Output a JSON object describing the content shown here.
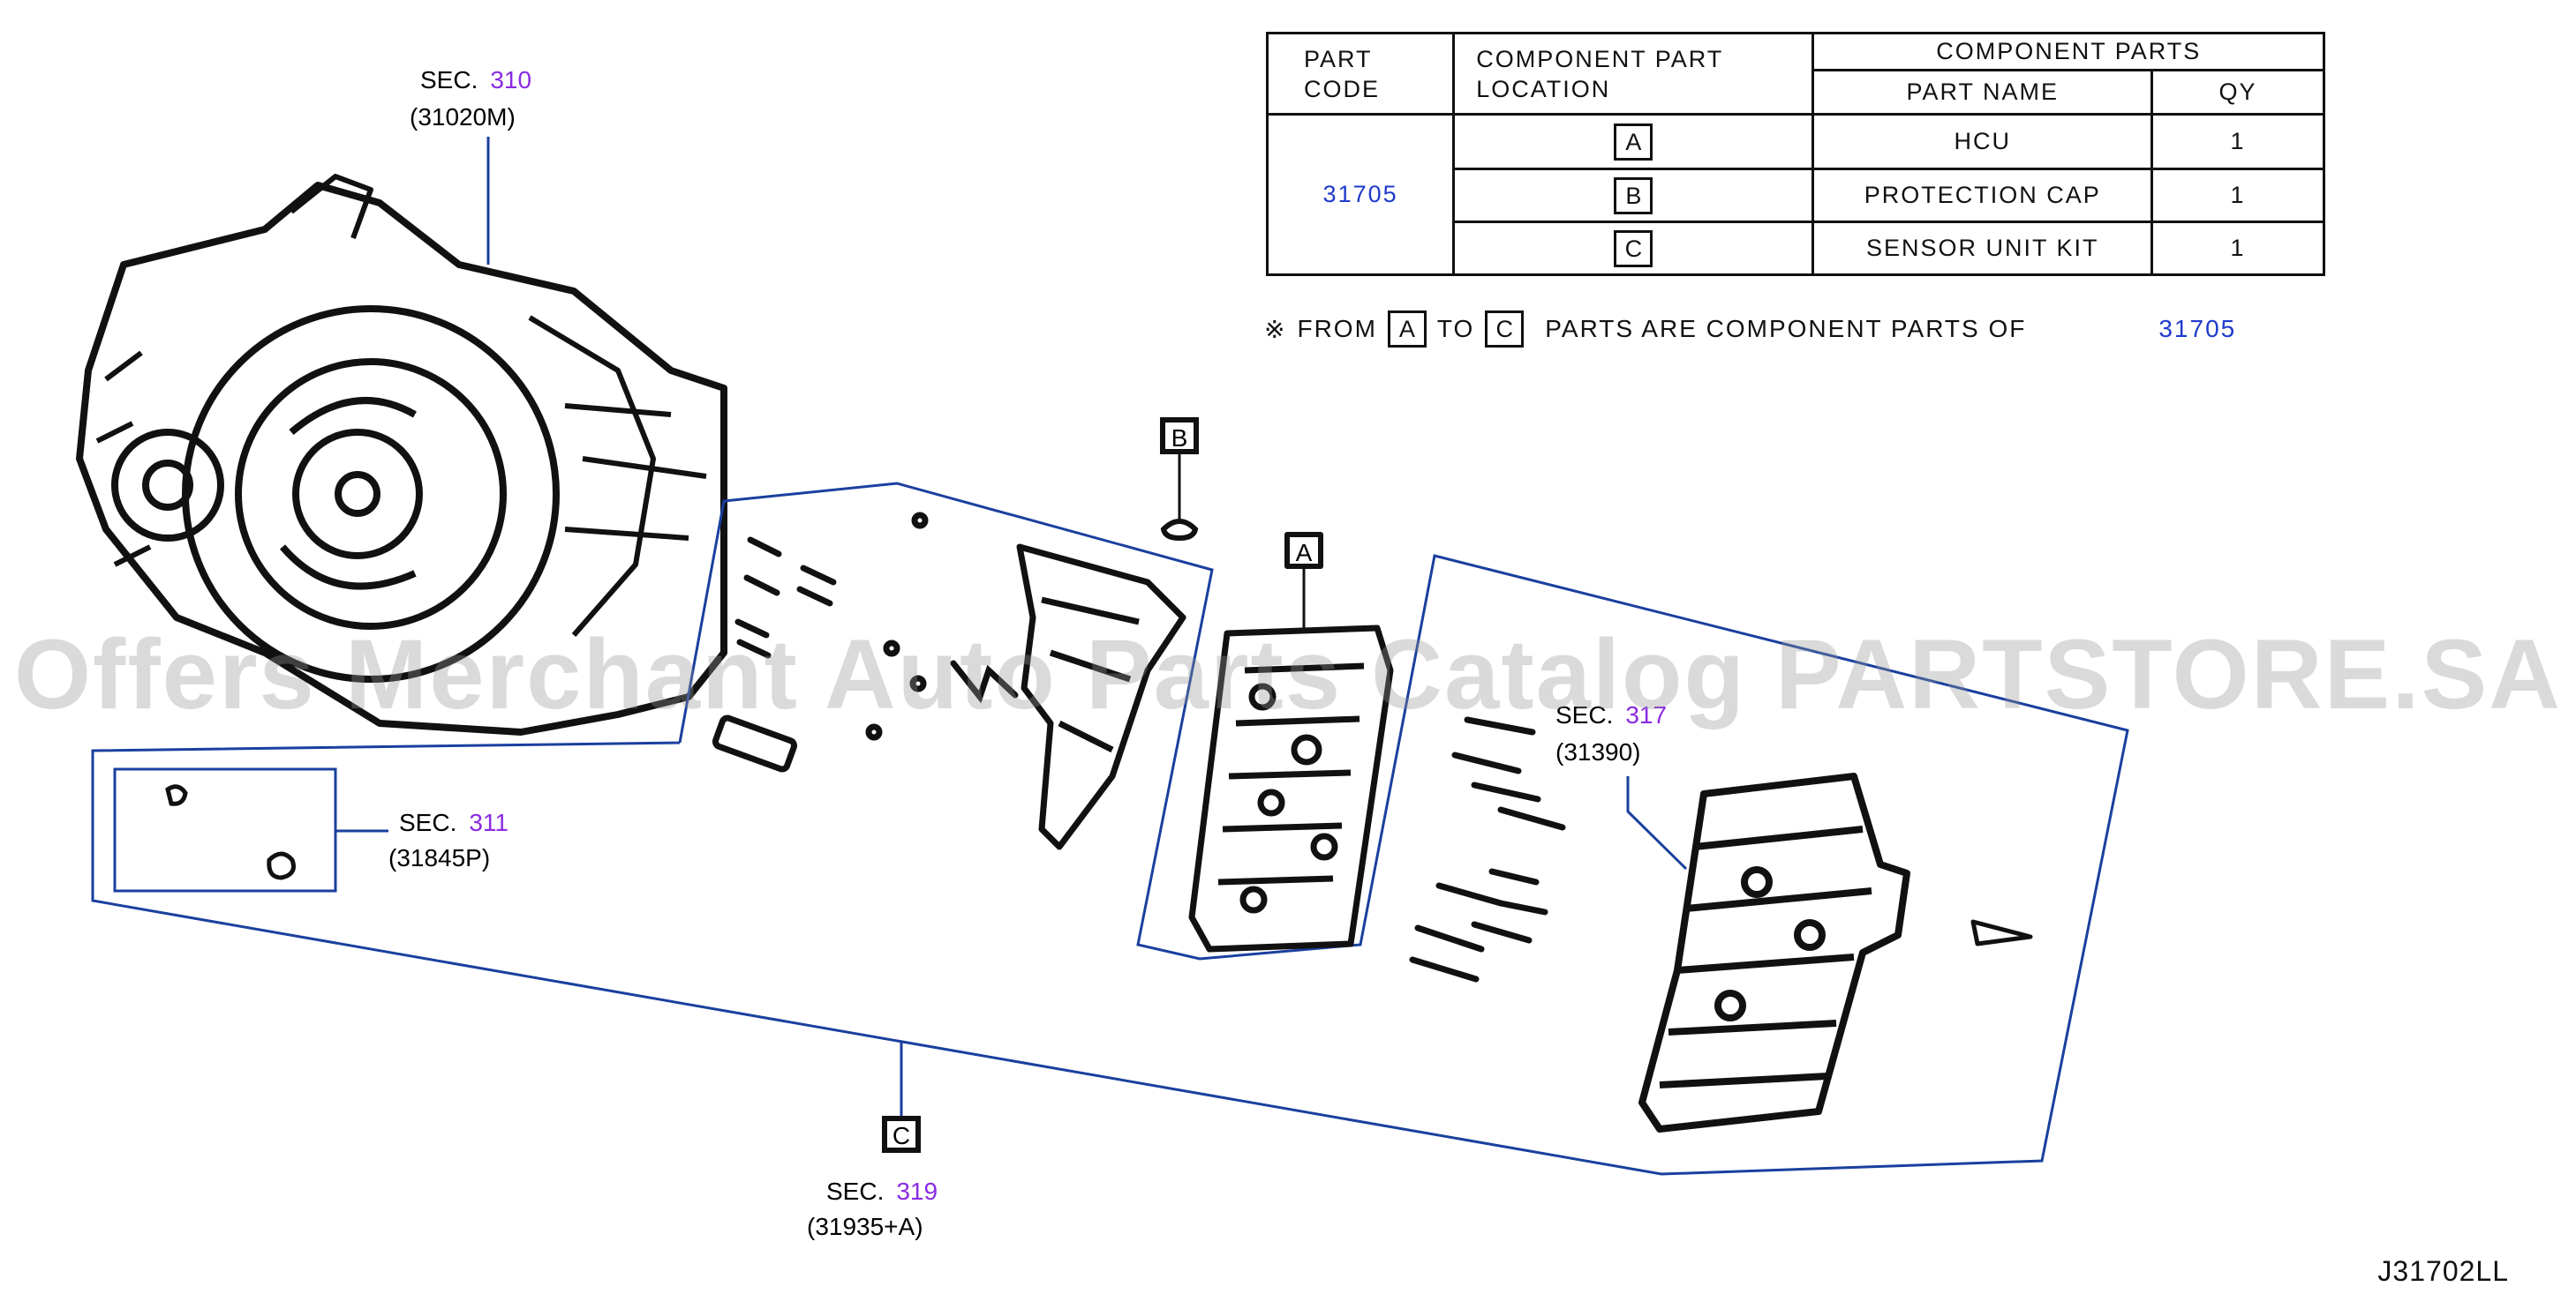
{
  "table": {
    "head_part_code_1": "PART",
    "head_part_code_2": "CODE",
    "head_location_1": "COMPONENT  PART",
    "head_location_2": "LOCATION",
    "head_components": "COMPONENT  PARTS",
    "head_part_name": "PART  NAME",
    "head_qty": "QY",
    "part_code": "31705",
    "rows": [
      {
        "letter": "A",
        "name": "HCU",
        "qty": "1"
      },
      {
        "letter": "B",
        "name": "PROTECTION  CAP",
        "qty": "1"
      },
      {
        "letter": "C",
        "name": "SENSOR  UNIT  KIT",
        "qty": "1"
      }
    ]
  },
  "note": {
    "symbol": "※",
    "from": "FROM",
    "start_letter": "A",
    "to": "TO",
    "end_letter": "C",
    "text": "PARTS  ARE  COMPONENT  PARTS  OF",
    "code": "31705"
  },
  "callouts": {
    "sec310": {
      "sec": "SEC.",
      "num": "310",
      "code": "(31020M)"
    },
    "sec311": {
      "sec": "SEC.",
      "num": "311",
      "code": "(31845P)"
    },
    "sec317": {
      "sec": "SEC.",
      "num": "317",
      "code": "(31390)"
    },
    "sec319": {
      "sec": "SEC.",
      "num": "319",
      "code": "(31935+A)"
    },
    "label_a": "A",
    "label_b": "B",
    "label_c": "C"
  },
  "watermark": "Offers Merchant Auto Parts Catalog PARTSTORE.SA",
  "figure_code": "J31702LL",
  "colors": {
    "link_blue": "#1f3bcc",
    "section_purple": "#8a2be2",
    "outline_blue": "#1a3f9e",
    "line": "#111111"
  }
}
